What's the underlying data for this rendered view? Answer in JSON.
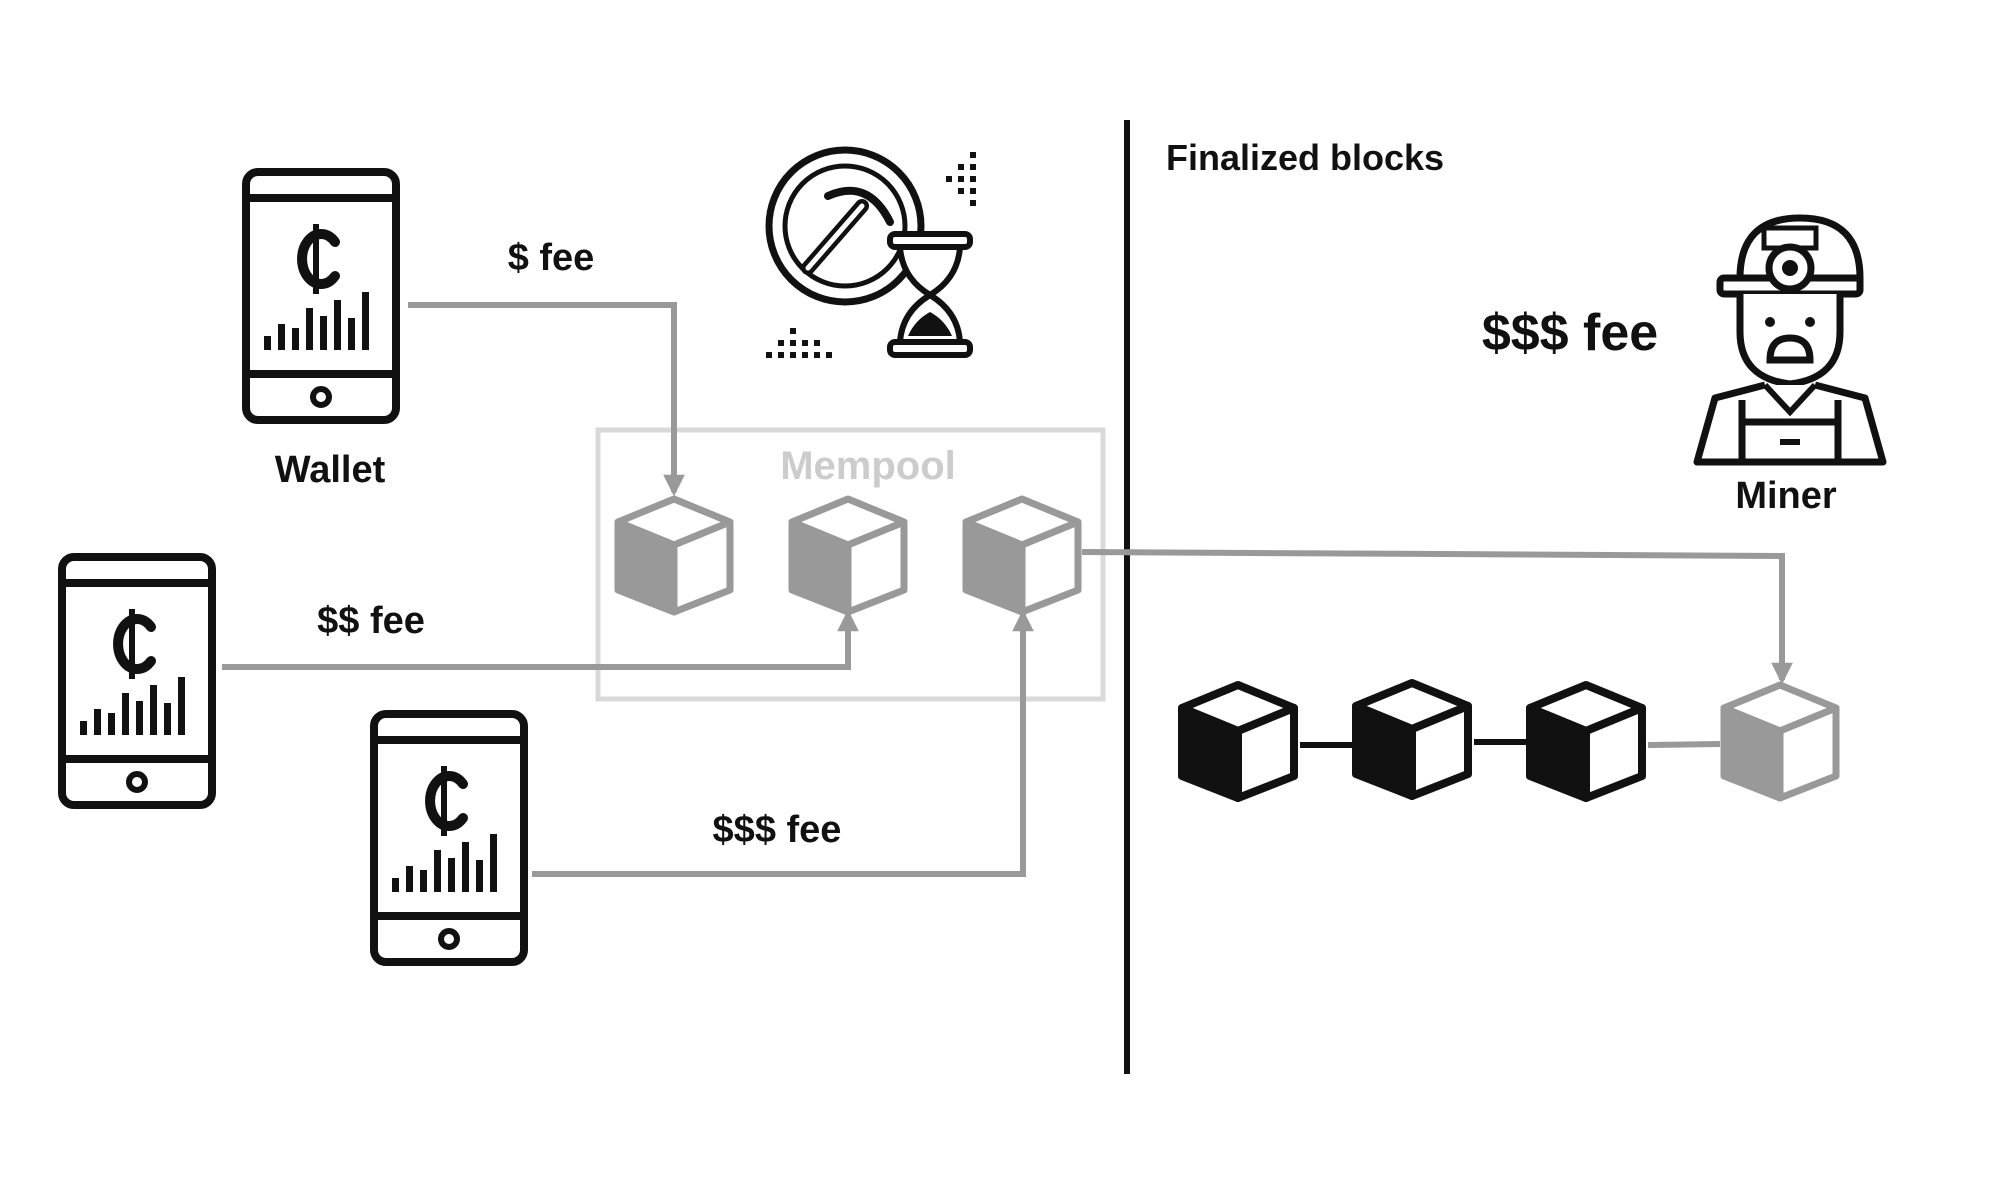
{
  "labels": {
    "wallet": "Wallet",
    "mempool": "Mempool",
    "finalized_blocks": "Finalized blocks",
    "miner": "Miner",
    "fee_1": "$ fee",
    "fee_2": "$$ fee",
    "fee_3": "$$$ fee",
    "miner_fee": "$$$ fee"
  },
  "icons": {
    "wallet": "phone-wallet-icon",
    "mining": "pickaxe-coin-hourglass-icon",
    "miner": "miner-icon",
    "block": "cube-block-icon"
  },
  "colors": {
    "ink": "#111111",
    "gray": "#999999",
    "mempool_border": "#d9d9d9",
    "mempool_label": "#cccccc",
    "background": "#ffffff"
  }
}
